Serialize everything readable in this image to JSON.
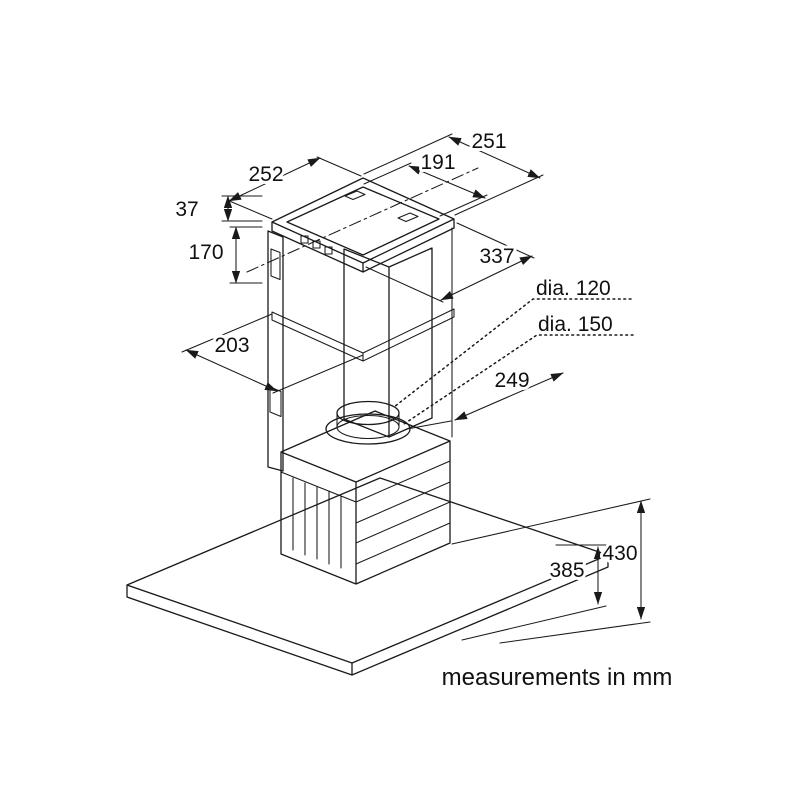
{
  "colors": {
    "ink": "#1a1a1a",
    "background": "#ffffff"
  },
  "note": "measurements in mm",
  "dimensions": {
    "d252": "252",
    "d251": "251",
    "d191": "191",
    "d37": "37",
    "d170": "170",
    "d337": "337",
    "d203": "203",
    "d249": "249",
    "dia120": "dia. 120",
    "dia150": "dia. 150",
    "d430": "430",
    "d385": "385"
  }
}
